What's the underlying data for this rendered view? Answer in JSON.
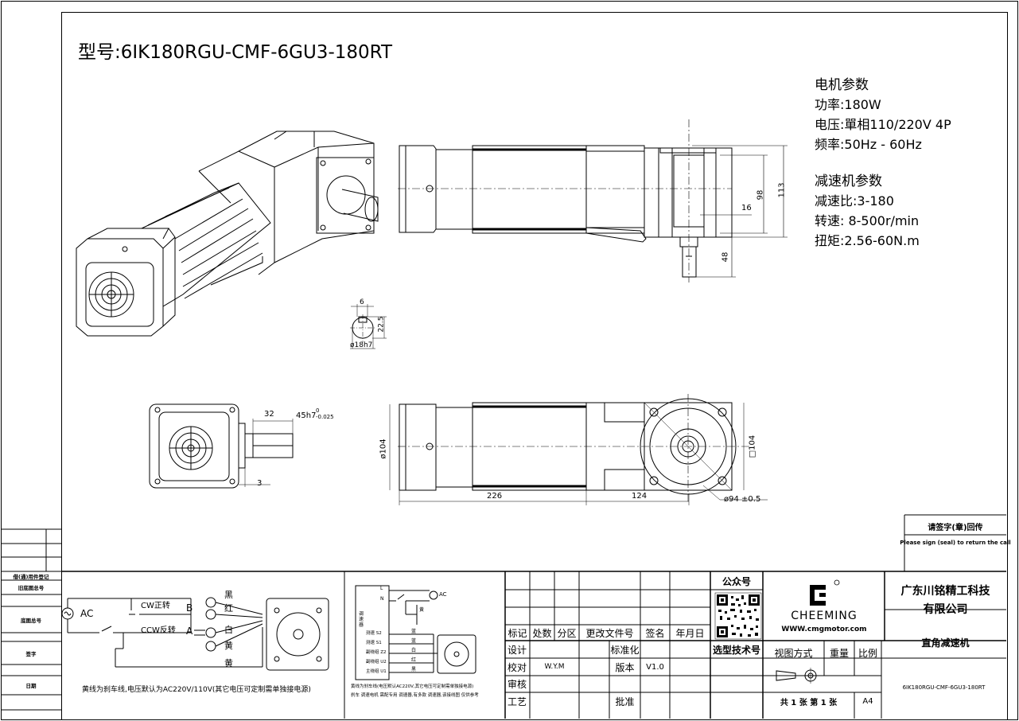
{
  "title": "型号:6IK180RGU-CMF-6GU3-180RT",
  "motor_params": {
    "heading": "电机参数",
    "power": "功率:180W",
    "voltage": "电压:單相110/220V 4P",
    "frequency": "频率:50Hz - 60Hz"
  },
  "reducer_params": {
    "heading": "减速机参数",
    "ratio": "减速比:3-180",
    "speed": "转速: 8-500r/min",
    "torque": "扭矩:2.56-60N.m"
  },
  "dimensions": {
    "d98": "98",
    "d113": "113",
    "d16": "16",
    "d48": "48",
    "shaft_key": "6",
    "shaft_h": "22.5",
    "shaft_dia": "ø18h7",
    "d32": "32",
    "d45h7": "45h7",
    "tol_top": "0",
    "tol_bot": "-0.025",
    "d3": "3",
    "d104": "ø104",
    "sq104": "□104",
    "d226": "226",
    "d124": "124",
    "d94": "ø94 ±0.5"
  },
  "left_margin": {
    "row1": "借(通)用件登记",
    "row2": "旧底图总号",
    "row3": "底图总号",
    "row4": "签字",
    "row5": "日期"
  },
  "wiring_left": {
    "ac": "AC",
    "cw": "CW正转",
    "ccw": "CCW反转",
    "b": "B",
    "a": "A",
    "wire1": "黑",
    "wire2": "红",
    "wire3": "白",
    "wire4": "黄",
    "wire5": "黄",
    "note": "黄线为刹车线,电压默认为AC220V/110V(其它电压可定制需单独接电源)"
  },
  "wiring_right": {
    "l": "L",
    "n": "N",
    "ac": "AC",
    "controller": "调速器",
    "s2": "测速 S2",
    "s1": "测速 S1",
    "z2": "副绕组 Z2",
    "u2": "副绕组 U2",
    "u1": "主绕组 U1",
    "c1": "黄",
    "c2": "蓝",
    "c3": "蓝",
    "c4": "白",
    "c5": "红",
    "c6": "黑",
    "note1": "黄线为刹车线(电压默认AC220V,其它电压可定制需单独接电源)",
    "note2": "刹车 调速电机 需配专用 调速器,有多款 调速器,该接线图 仅供参考"
  },
  "title_block": {
    "public_account": "公众号",
    "company_line1": "广东川铭精工科技",
    "company_line2": "有限公司",
    "brand": "CHEEMING",
    "website": "WWW.cmgmotor.com",
    "product": "直角减速机",
    "model_code": "6IK180RGU-CMF-6GU3-180RT",
    "h_mark": "标记",
    "h_count": "处数",
    "h_zone": "分区",
    "h_doc": "更改文件号",
    "h_sign": "签名",
    "h_date": "年月日",
    "design": "设计",
    "check": "校对",
    "checker": "W.Y.M",
    "review": "审核",
    "process": "工艺",
    "standard": "标准化",
    "version_label": "版本",
    "version": "V1.0",
    "approve": "批准",
    "selector": "选型技术号",
    "view": "视图方式",
    "weight": "重量",
    "scale": "比例",
    "sheets": "共 1 张 第 1 张",
    "paper": "A4"
  },
  "stamp": {
    "line1": "请签字(章)回传",
    "line2": "Please sign (seal) to return the call"
  }
}
